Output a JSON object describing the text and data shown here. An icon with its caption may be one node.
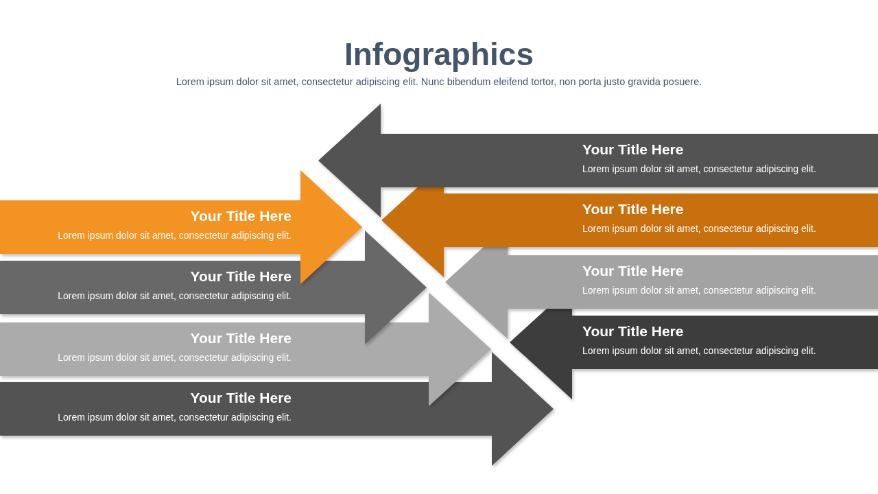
{
  "diagram": {
    "title": "Infographics",
    "nodes": [
      {
        "text": [
          "Your Title Here",
          "Lorem ipsum dolor sit amet, consectetur adipiscing elit."
        ]
      },
      {
        "text": [
          "Your Title Here",
          "Lorem ipsum dolor sit amet, consectetur adipiscing elit."
        ]
      },
      {
        "text": [
          "Your Title Here",
          "Lorem ipsum dolor sit amet, consectetur adipiscing elit."
        ]
      },
      {
        "text": [
          "Your Title Here",
          "Lorem ipsum dolor sit amet, consectetur adipiscing elit."
        ]
      },
      {
        "text": [
          "Your Title Here",
          "Lorem ipsum dolor sit amet, consectetur adipiscing elit."
        ]
      },
      {
        "text": [
          "Your Title Here",
          "Lorem ipsum dolor sit amet, consectetur adipiscing elit."
        ]
      },
      {
        "text": [
          "Your Title Here",
          "Lorem ipsum dolor sit amet, consectetur adipiscing elit."
        ]
      },
      {
        "text": [
          "Your Title Here",
          "Lorem ipsum dolor sit amet, consectetur adipiscing elit."
        ]
      }
    ],
    "labels": [
      "Lorem ipsum dolor sit amet, consectetur adipiscing elit. Nunc bibendum eleifend tortor, non porta justo gravida posuere."
    ]
  }
}
